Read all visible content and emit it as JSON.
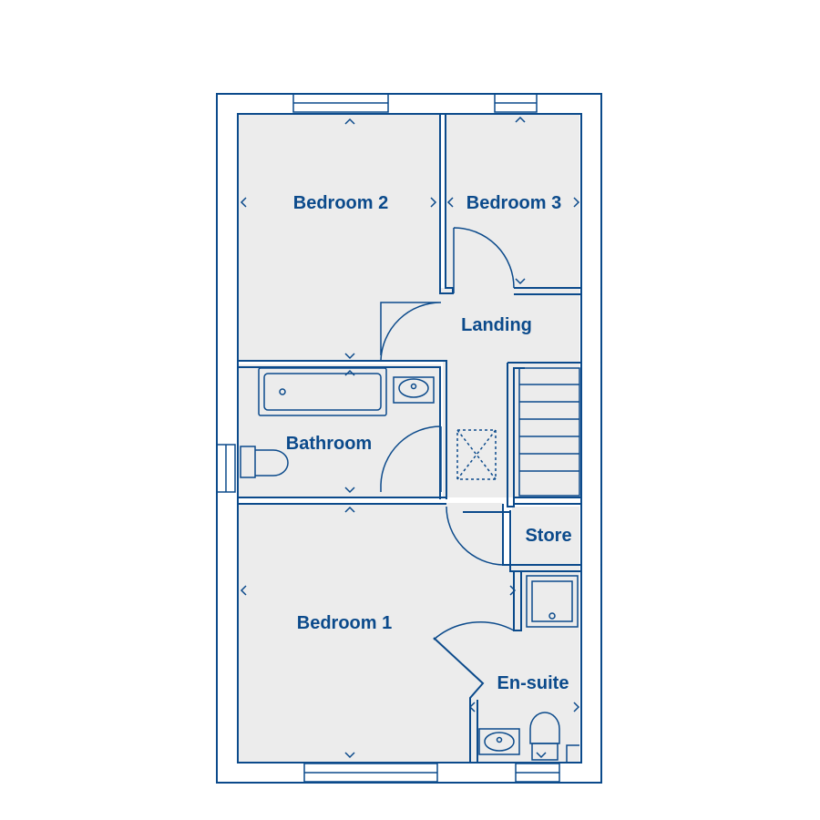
{
  "colors": {
    "line": "#0b4a8b",
    "floor": "#ececec",
    "background": "#ffffff"
  },
  "rooms": {
    "bedroom2": "Bedroom 2",
    "bedroom3": "Bedroom 3",
    "landing": "Landing",
    "bathroom": "Bathroom",
    "store": "Store",
    "bedroom1": "Bedroom 1",
    "ensuite": "En-suite"
  }
}
